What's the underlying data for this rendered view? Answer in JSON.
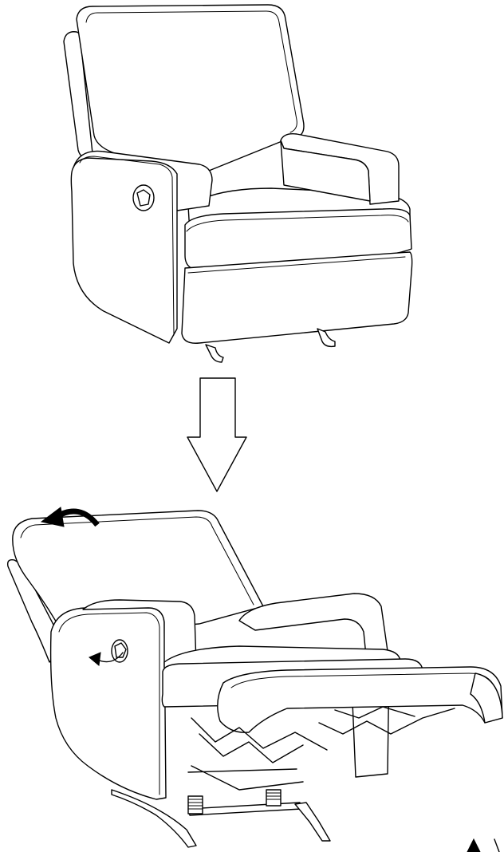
{
  "figure": {
    "panels": [
      {
        "id": "upright",
        "state": "upright"
      },
      {
        "id": "reclined",
        "state": "reclined"
      }
    ],
    "transition_icon": "down-arrow-icon",
    "motion_icons": [
      "rotate-back-arrow-icon",
      "pull-handle-arrow-icon"
    ],
    "partial_corner_icon": "partial-corner-mark-icon"
  },
  "colors": {
    "ink": "#000000",
    "background": "#ffffff"
  }
}
